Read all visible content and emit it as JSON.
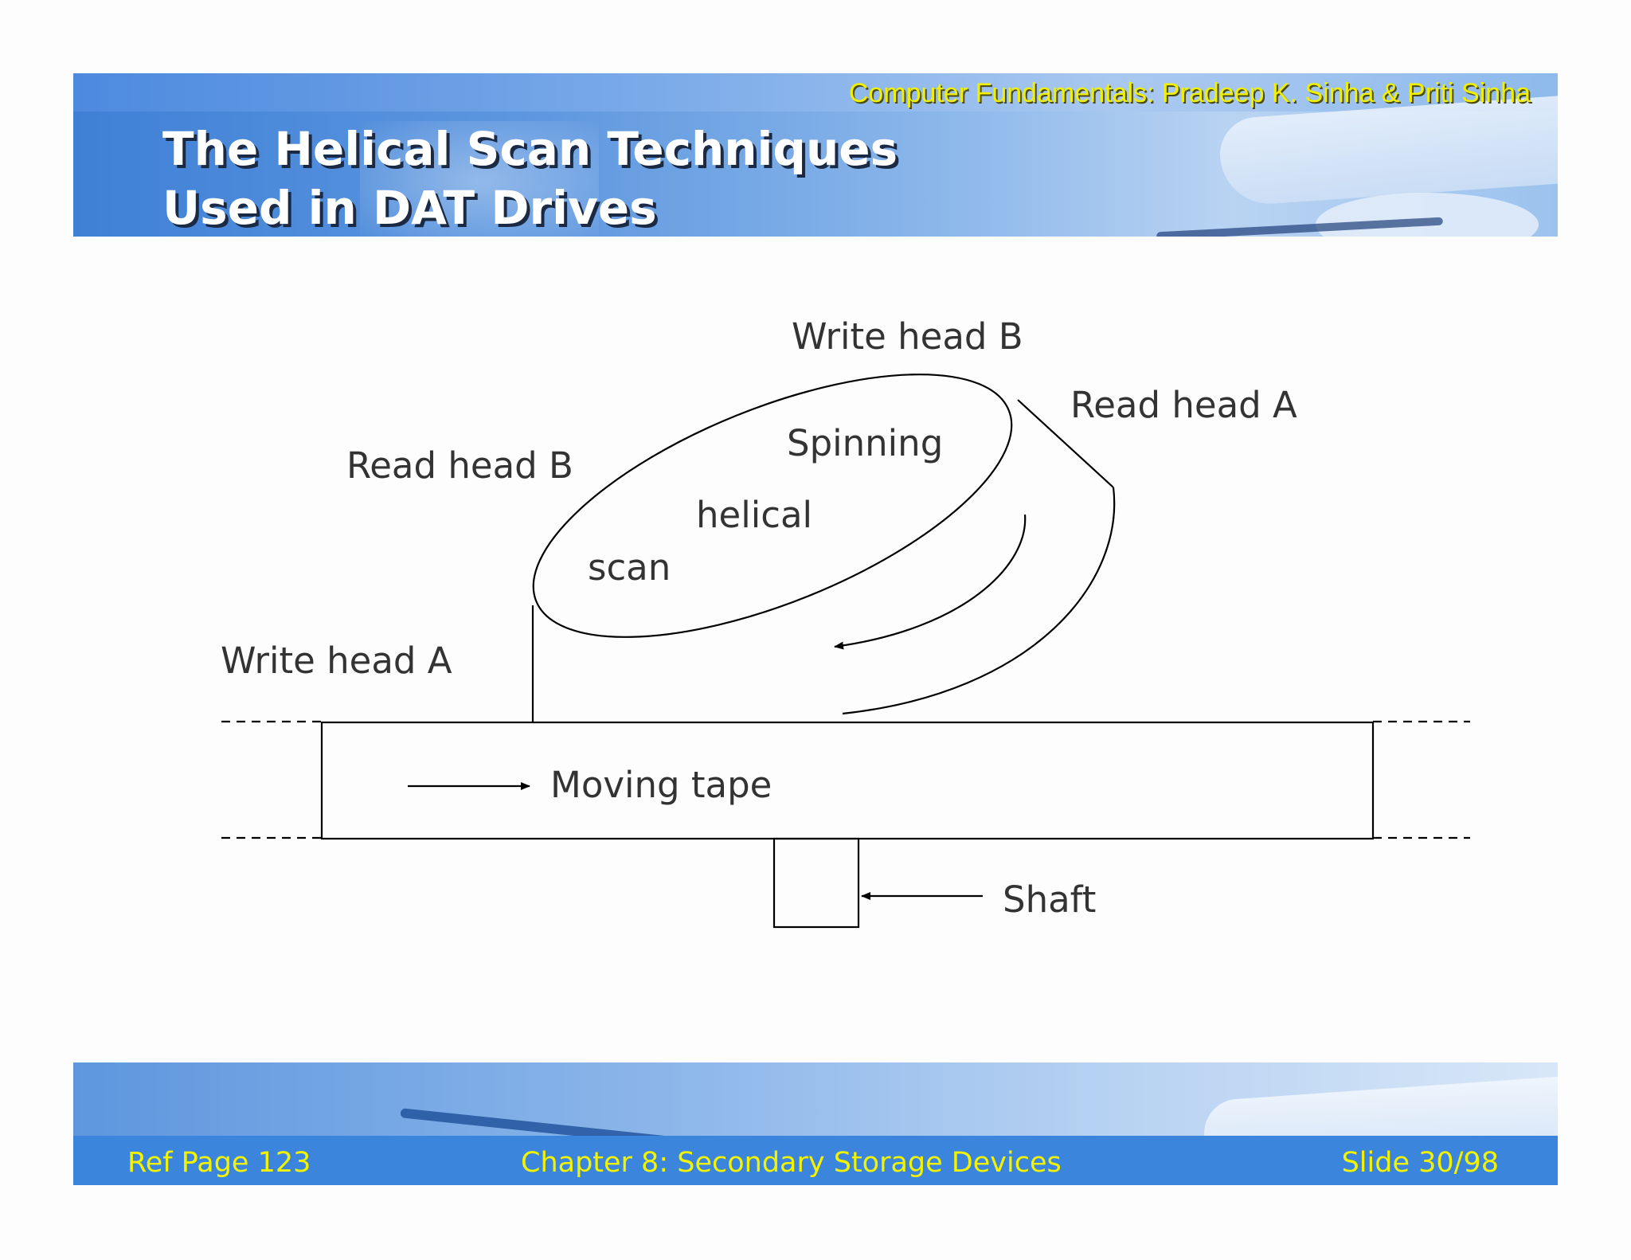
{
  "header": {
    "attribution": "Computer Fundamentals: Pradeep K. Sinha & Priti Sinha",
    "title_line1": "The Helical Scan Techniques",
    "title_line2": "Used in DAT Drives"
  },
  "diagram": {
    "labels": {
      "write_head_b": "Write head B",
      "read_head_a": "Read head A",
      "read_head_b": "Read head B",
      "spinning": "Spinning",
      "helical": "helical",
      "scan": "scan",
      "write_head_a": "Write head A",
      "moving_tape": "Moving tape",
      "shaft": "Shaft"
    }
  },
  "footer": {
    "ref_page": "Ref Page  123",
    "chapter": "Chapter 8: Secondary Storage Devices",
    "slide": "Slide 30/98"
  },
  "colors": {
    "header_blue": "#3f80d6",
    "footer_blue": "#3b86dc",
    "accent_yellow": "#f3f300",
    "diagram_text": "#333333"
  }
}
